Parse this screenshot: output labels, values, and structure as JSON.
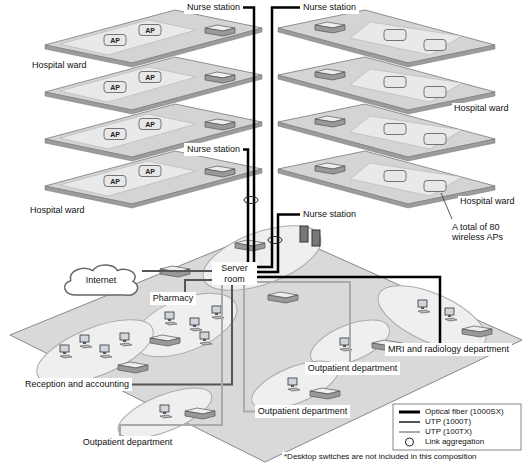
{
  "diagram": {
    "nodes": [
      {
        "text": [
          "Nurse station"
        ]
      },
      {
        "text": [
          "Nurse station"
        ]
      },
      {
        "text": [
          "Nurse station"
        ]
      },
      {
        "text": [
          "Nurse station"
        ]
      },
      {
        "text": [
          "Internet"
        ]
      },
      {
        "text": [
          "Server room"
        ]
      },
      {
        "text": [
          "Pharmacy"
        ]
      },
      {
        "text": [
          "Reception and accounting"
        ]
      },
      {
        "text": [
          "MRI and radiology department"
        ]
      },
      {
        "text": [
          "Outpatient department"
        ]
      },
      {
        "text": [
          "Outpatient department"
        ]
      },
      {
        "text": [
          "Outpatient department"
        ]
      }
    ],
    "edges": [
      {
        "from": 4,
        "to": 5,
        "arrow": "none"
      },
      {
        "from": 5,
        "to": 0,
        "arrow": "none"
      },
      {
        "from": 5,
        "to": 1,
        "arrow": "none"
      },
      {
        "from": 5,
        "to": 2,
        "arrow": "none"
      },
      {
        "from": 5,
        "to": 3,
        "arrow": "none"
      },
      {
        "from": 5,
        "to": 6,
        "arrow": "none"
      },
      {
        "from": 5,
        "to": 7,
        "arrow": "none"
      },
      {
        "from": 5,
        "to": 8,
        "arrow": "none"
      },
      {
        "from": 5,
        "to": 9,
        "arrow": "none"
      },
      {
        "from": 5,
        "to": 10,
        "arrow": "none"
      },
      {
        "from": 5,
        "to": 11,
        "arrow": "none"
      }
    ],
    "labels": [
      "Hospital ward",
      "Hospital ward",
      "Hospital ward",
      "Hospital ward",
      "A total of 80 wireless APs",
      "AP",
      "AP",
      "AP",
      "AP",
      "AP",
      "AP",
      "AP",
      "AP",
      "*Desktop switches are not included in this composition"
    ],
    "legend": [
      {
        "text": "Optical fiber (1000SX)"
      },
      {
        "text": "UTP (1000T)"
      },
      {
        "text": "UTP (100TX)"
      },
      {
        "text": "Link aggregation"
      }
    ]
  }
}
